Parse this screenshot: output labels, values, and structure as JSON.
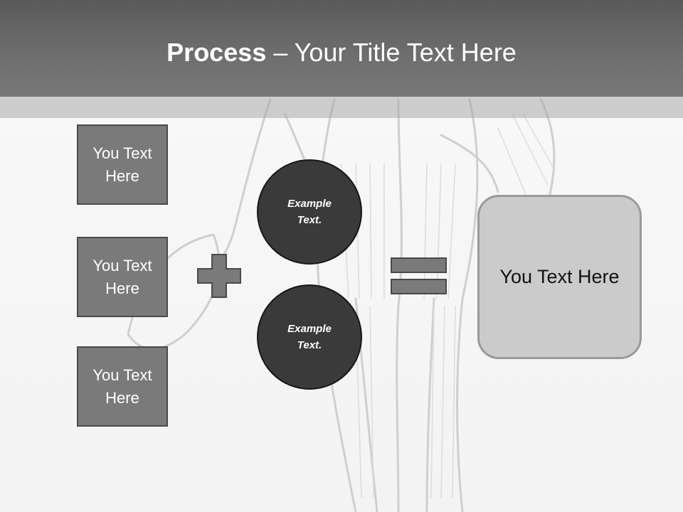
{
  "title": {
    "bold": "Process",
    "rest": " – Your Title Text Here"
  },
  "left_boxes": [
    {
      "label": "You Text Here"
    },
    {
      "label": "You Text Here"
    },
    {
      "label": "You Text Here"
    }
  ],
  "circles": [
    {
      "label": "Example Text."
    },
    {
      "label": "Example Text."
    }
  ],
  "result": {
    "label": "You Text Here"
  },
  "icons": {
    "plus": "plus-icon",
    "equals": "equals-icon"
  },
  "colors": {
    "title_band": "#666666",
    "box_fill": "#7a7a7a",
    "circle_fill": "#3a3a3a",
    "result_fill": "#cbcbcb"
  }
}
